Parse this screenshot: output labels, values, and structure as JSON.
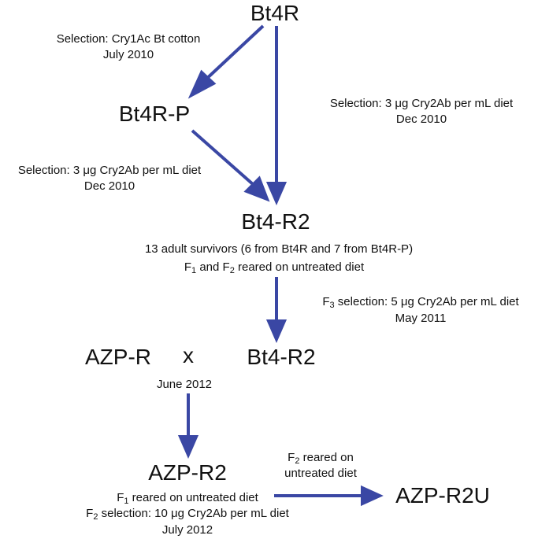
{
  "nodes": {
    "bt4r": "Bt4R",
    "bt4r_p": "Bt4R-P",
    "bt4_r2": "Bt4-R2",
    "azp_r": "AZP-R",
    "cross_symbol": "x",
    "bt4_r2_cross": "Bt4-R2",
    "azp_r2": "AZP-R2",
    "azp_r2u": "AZP-R2U"
  },
  "notes": {
    "sel_cry1ac_line1": "Selection: Cry1Ac Bt cotton",
    "sel_cry1ac_line2": "July 2010",
    "sel_right_line1": "Selection: 3 μg Cry2Ab per mL diet",
    "sel_right_line2": "Dec 2010",
    "sel_left_line1": "Selection: 3 μg Cry2Ab per mL diet",
    "sel_left_line2": "Dec 2010",
    "bt4r2_line1": "13 adult survivors (6 from Bt4R and 7 from Bt4R-P)",
    "bt4r2_f1": "F",
    "bt4r2_f1_sub": "1",
    "bt4r2_mid": " and F",
    "bt4r2_f2_sub": "2",
    "bt4r2_rest": " reared on untreated diet",
    "f3_prefix": "F",
    "f3_sub": "3",
    "f3_rest": " selection: 5 μg Cry2Ab per mL diet",
    "f3_date": "May 2011",
    "cross_date": "June 2012",
    "f2u_prefix": "F",
    "f2u_sub": "2",
    "f2u_rest": " reared on",
    "f2u_line2": "untreated diet",
    "azp_f1_prefix": "F",
    "azp_f1_sub": "1",
    "azp_f1_rest": " reared on untreated diet",
    "azp_f2_prefix": "F",
    "azp_f2_sub": "2",
    "azp_f2_rest": " selection: 10 μg Cry2Ab per mL diet",
    "azp_date": "July 2012"
  },
  "colors": {
    "arrow": "#3a47a4",
    "text": "#111111"
  }
}
